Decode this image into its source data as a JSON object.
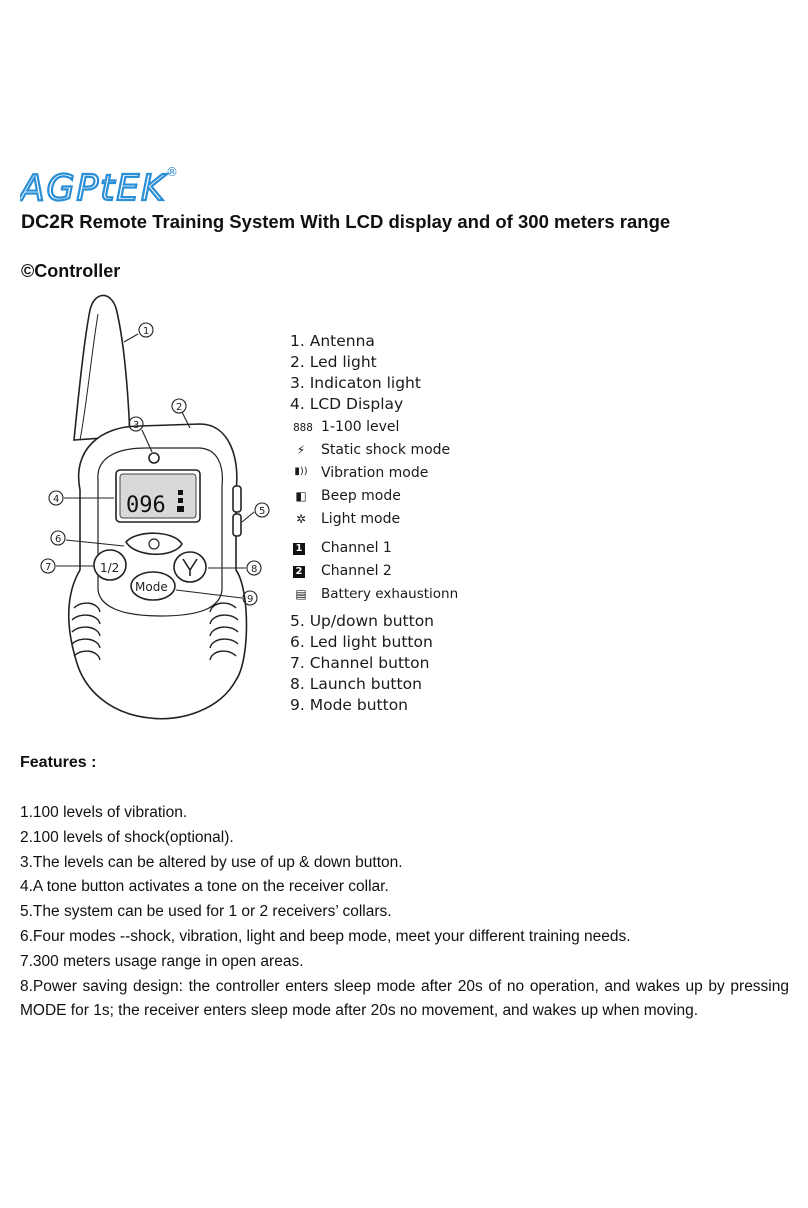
{
  "logo": {
    "text": "AGPtEK",
    "registered": "®"
  },
  "title": {
    "model": "DC2R",
    "rest": " Remote Training System With LCD display and of 300 meters range"
  },
  "section": {
    "symbol": "©",
    "label": "Controller"
  },
  "diagram": {
    "lcd_value": "096",
    "mode_button": "Mode",
    "channel_button": "1/2",
    "callouts": [
      "1",
      "2",
      "3",
      "4",
      "5",
      "6",
      "7",
      "8",
      "9"
    ]
  },
  "legend": {
    "items": [
      "1. Antenna",
      "2. Led light",
      "3. Indicaton light",
      "4. LCD Display"
    ],
    "lcd_items": [
      {
        "icon": "888",
        "label": "1-100 level"
      },
      {
        "icon": "bolt-icon",
        "label": "Static shock mode"
      },
      {
        "icon": "vibration-icon",
        "label": "Vibration mode"
      },
      {
        "icon": "speaker-icon",
        "label": "Beep mode"
      },
      {
        "icon": "bulb-icon",
        "label": "Light mode"
      },
      {
        "icon": "1",
        "label": "Channel 1"
      },
      {
        "icon": "2",
        "label": "Channel 2"
      },
      {
        "icon": "battery-icon",
        "label": "Battery exhaustionn"
      }
    ],
    "buttons": [
      "5. Up/down button",
      "6. Led light button",
      "7. Channel button",
      "8. Launch button",
      "9. Mode button"
    ]
  },
  "features": {
    "title": "Features :",
    "items": [
      "1.100 levels of vibration.",
      "2.100 levels of shock(optional).",
      "3.The levels can be altered by use of up & down button.",
      "4.A tone button activates a tone on the receiver collar.",
      "5.The system can be used for 1 or 2 receivers’ collars.",
      "6.Four modes --shock, vibration, light and beep mode, meet your different training needs.",
      "7.300 meters usage range in open areas.",
      "8.Power saving design: the controller enters sleep mode after 20s of no operation, and wakes up by pressing MODE for 1s; the receiver enters sleep mode after 20s no movement, and wakes up when moving."
    ]
  }
}
